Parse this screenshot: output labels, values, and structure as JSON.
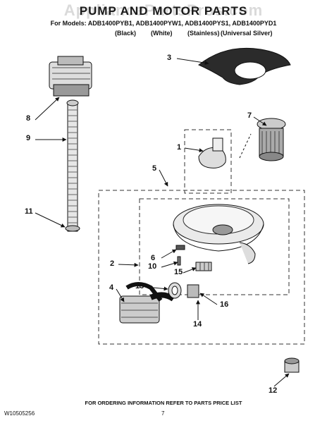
{
  "header": {
    "watermark": "AppliancePartsPros.com",
    "title": "PUMP AND MOTOR PARTS",
    "models_line": "For Models: ADB1400PYB1, ADB1400PYW1, ADB1400PYS1, ADB1400PYD1",
    "finishes": [
      "(Black)",
      "(White)",
      "(Stainless)",
      "(Universal Silver)"
    ]
  },
  "callouts": [
    "1",
    "2",
    "3",
    "4",
    "5",
    "6",
    "7",
    "8",
    "9",
    "10",
    "11",
    "12",
    "13",
    "14",
    "15",
    "16"
  ],
  "footer": {
    "ordering_note": "FOR ORDERING INFORMATION REFER TO PARTS PRICE LIST",
    "doc_number": "W10505256",
    "page_number": "7"
  },
  "colors": {
    "ink": "#1a1a1a",
    "filter_fill": "#2b2b2b"
  }
}
